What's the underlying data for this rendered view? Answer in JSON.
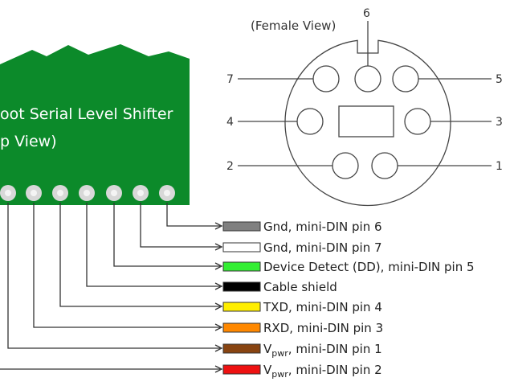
{
  "board": {
    "title_line1": "oot Serial Level Shifter",
    "title_line2": "p View)",
    "color": "#0c8a2a",
    "pad_count": 7
  },
  "connector": {
    "view_label": "(Female View)",
    "pins": [
      {
        "number": "6"
      },
      {
        "number": "7"
      },
      {
        "number": "5"
      },
      {
        "number": "4"
      },
      {
        "number": "3"
      },
      {
        "number": "2"
      },
      {
        "number": "1"
      }
    ]
  },
  "legend": [
    {
      "color": "#808080",
      "text": "Gnd, mini-DIN pin 6"
    },
    {
      "color": "#ffffff",
      "text": "Gnd, mini-DIN pin 7"
    },
    {
      "color": "#33ee33",
      "text": "Device Detect (DD), mini-DIN pin 5"
    },
    {
      "color": "#000000",
      "text": "Cable shield"
    },
    {
      "color": "#ffee00",
      "text": "TXD, mini-DIN pin 4"
    },
    {
      "color": "#ff8800",
      "text": "RXD, mini-DIN pin 3"
    },
    {
      "color": "#884411",
      "text_main": "V",
      "text_sub": "pwr",
      "text_rest": ", mini-DIN pin 1"
    },
    {
      "color": "#ee1111",
      "text_main": "V",
      "text_sub": "pwr",
      "text_rest": ", mini-DIN pin 2"
    }
  ]
}
